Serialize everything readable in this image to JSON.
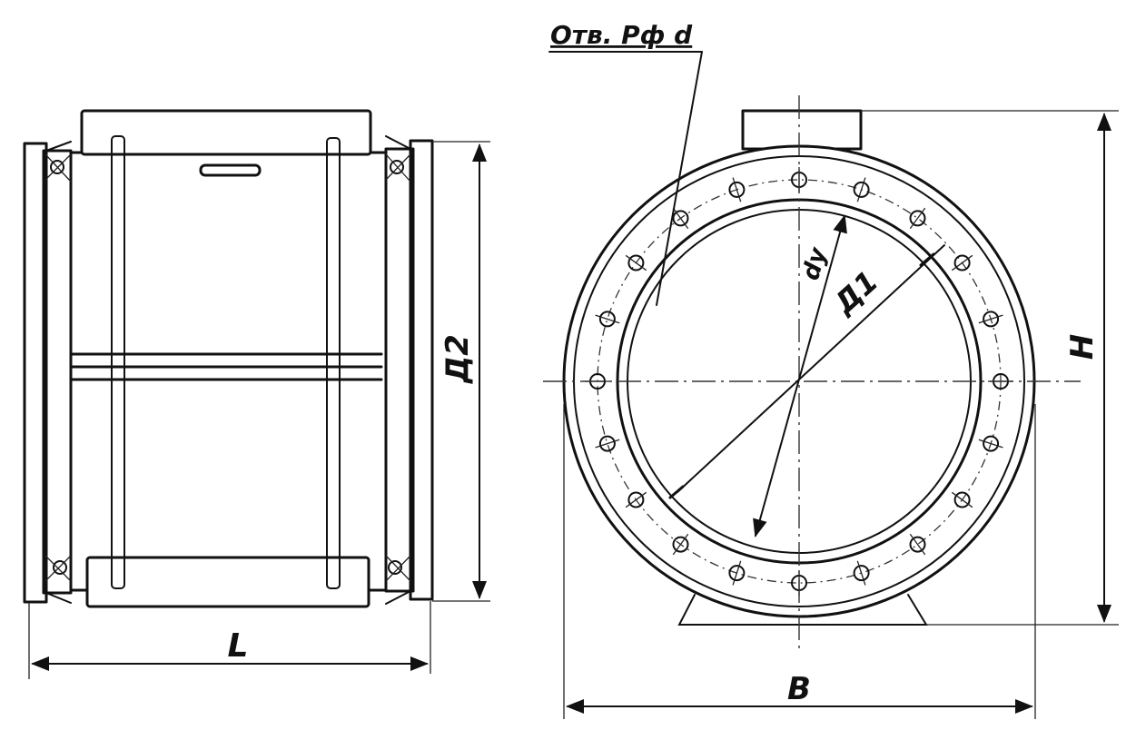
{
  "drawing": {
    "side_view": {
      "length_label": "L",
      "diameter_label": "Д2"
    },
    "front_view": {
      "holes_label": "Отв. Рф d",
      "nominal_label": "dy",
      "bolt_circle_label": "Д1",
      "height_label": "H",
      "width_label": "В"
    }
  }
}
